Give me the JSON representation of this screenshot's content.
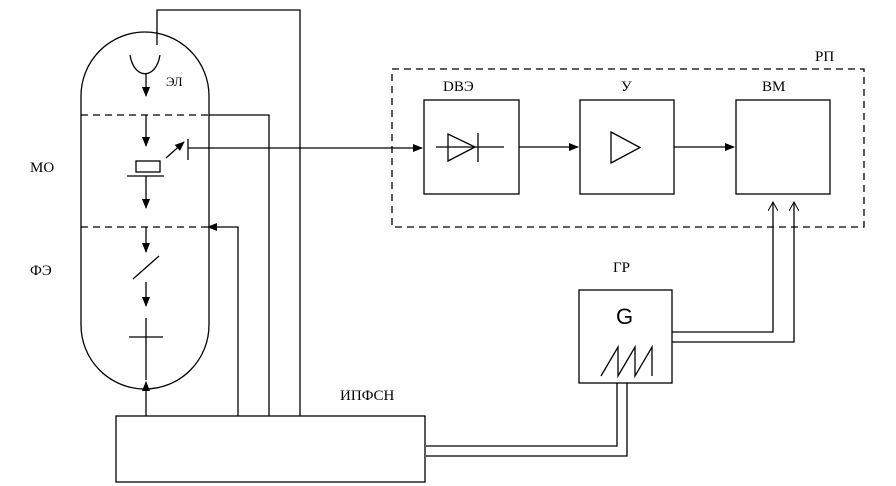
{
  "labels": {
    "el": "ЭЛ",
    "mo": "МО",
    "fe": "ФЭ",
    "rp": "РП",
    "dve": "DВЭ",
    "u": "У",
    "vm": "ВМ",
    "gr": "ГР",
    "g": "G",
    "ipfsn": "ИПФСН"
  }
}
